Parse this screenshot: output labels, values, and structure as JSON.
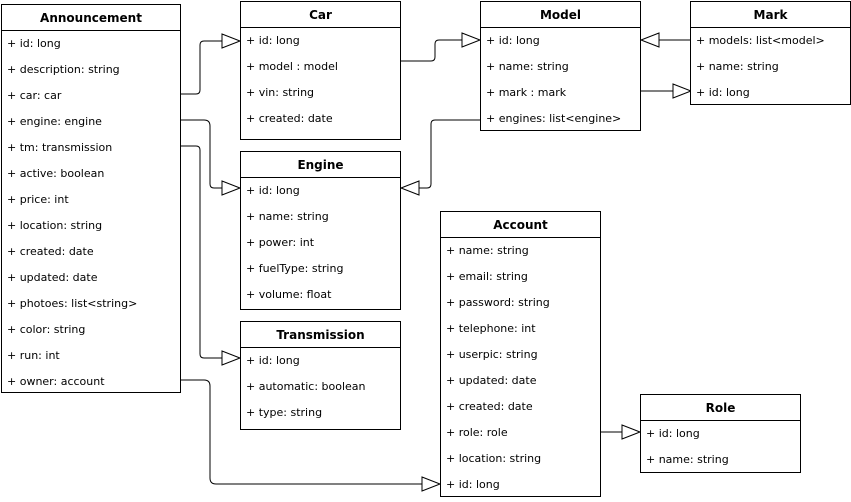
{
  "classes": {
    "announcement": {
      "title": "Announcement",
      "attributes": [
        "+ id: long",
        "+ description: string",
        "+ car: car",
        "+ engine: engine",
        "+ tm: transmission",
        "+ active: boolean",
        "+ price: int",
        "+ location: string",
        "+ created: date",
        "+ updated: date",
        "+ photoes: list<string>",
        "+ color: string",
        "+ run: int",
        "+ owner: account"
      ]
    },
    "car": {
      "title": "Car",
      "attributes": [
        "+ id: long",
        "+ model : model",
        "+ vin: string",
        "+ created: date"
      ]
    },
    "model": {
      "title": "Model",
      "attributes": [
        "+ id: long",
        "+ name: string",
        "+ mark : mark",
        "+ engines: list<engine>"
      ]
    },
    "mark": {
      "title": "Mark",
      "attributes": [
        "+ models: list<model>",
        "+ name: string",
        "+ id: long"
      ]
    },
    "engine": {
      "title": "Engine",
      "attributes": [
        "+ id: long",
        "+ name: string",
        "+ power: int",
        "+ fuelType: string",
        "+ volume: float"
      ]
    },
    "transmission": {
      "title": "Transmission",
      "attributes": [
        "+ id: long",
        "+ automatic: boolean",
        "+ type: string"
      ]
    },
    "account": {
      "title": "Account",
      "attributes": [
        "+ name: string",
        "+ email: string",
        "+ password: string",
        "+ telephone: int",
        "+ userpic: string",
        "+ updated: date",
        "+ created: date",
        "+ role: role",
        "+ location: string",
        "+ id: long"
      ]
    },
    "role": {
      "title": "Role",
      "attributes": [
        "+ id: long",
        "+ name: string"
      ]
    }
  },
  "relations": [
    {
      "from": "announcement.car",
      "to": "car.id"
    },
    {
      "from": "announcement.engine",
      "to": "engine.id"
    },
    {
      "from": "announcement.tm",
      "to": "transmission.id"
    },
    {
      "from": "announcement.owner",
      "to": "account.id"
    },
    {
      "from": "car.model",
      "to": "model.id"
    },
    {
      "from": "model.engines",
      "to": "engine.id"
    },
    {
      "from": "mark.models",
      "to": "model.id"
    },
    {
      "from": "model.mark",
      "to": "mark.id"
    },
    {
      "from": "account.role",
      "to": "role.id"
    }
  ],
  "colors": {
    "line": "#000000",
    "background": "#ffffff"
  }
}
